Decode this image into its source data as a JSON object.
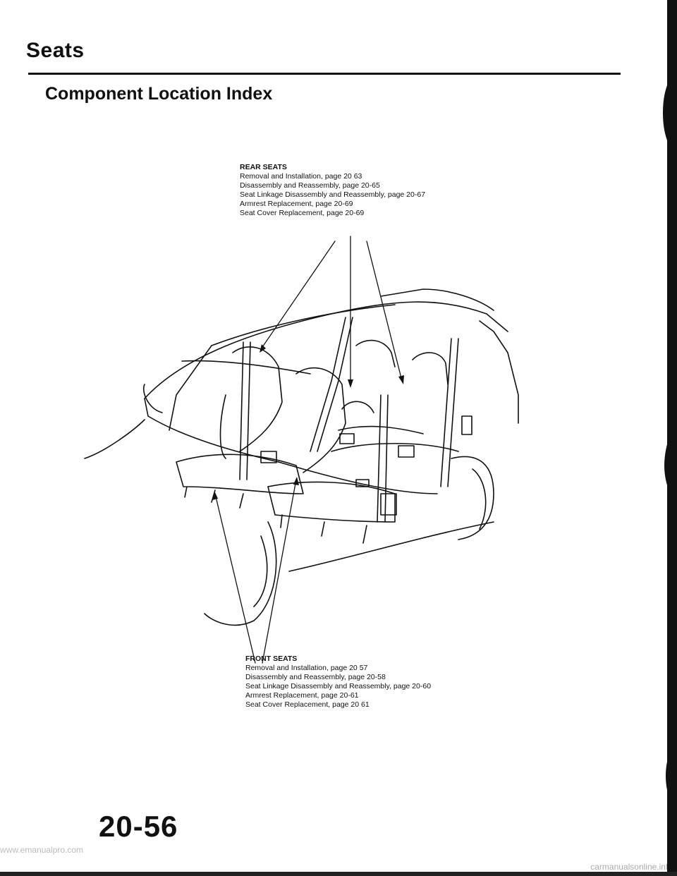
{
  "header": {
    "title": "Seats",
    "subtitle": "Component Location Index"
  },
  "rear_seats": {
    "heading": "REAR SEATS",
    "lines": [
      "Removal and Installation, page 20 63",
      "Disassembly and Reassembly, page 20-65",
      "Seat Linkage Disassembly and Reassembly, page 20-67",
      "Armrest Replacement, page 20-69",
      "Seat Cover Replacement, page 20-69"
    ]
  },
  "front_seats": {
    "heading": "FRONT SEATS",
    "lines": [
      "Removal and Installation, page 20 57",
      "Disassembly and Reassembly, page 20-58",
      "Seat Linkage Disassembly and Reassembly, page 20-60",
      "Armrest Replacement, page 20-61",
      "Seat Cover Replacement, page 20 61"
    ]
  },
  "footer": {
    "page_number": "20-56",
    "watermark_left": "www.emanualpro.com",
    "watermark_right": "carmanualsonline.info"
  },
  "icons": [
    "vehicle-seats-illustration",
    "page-edge-marker"
  ],
  "colors": {
    "ink": "#111111",
    "paper": "#ffffff"
  }
}
